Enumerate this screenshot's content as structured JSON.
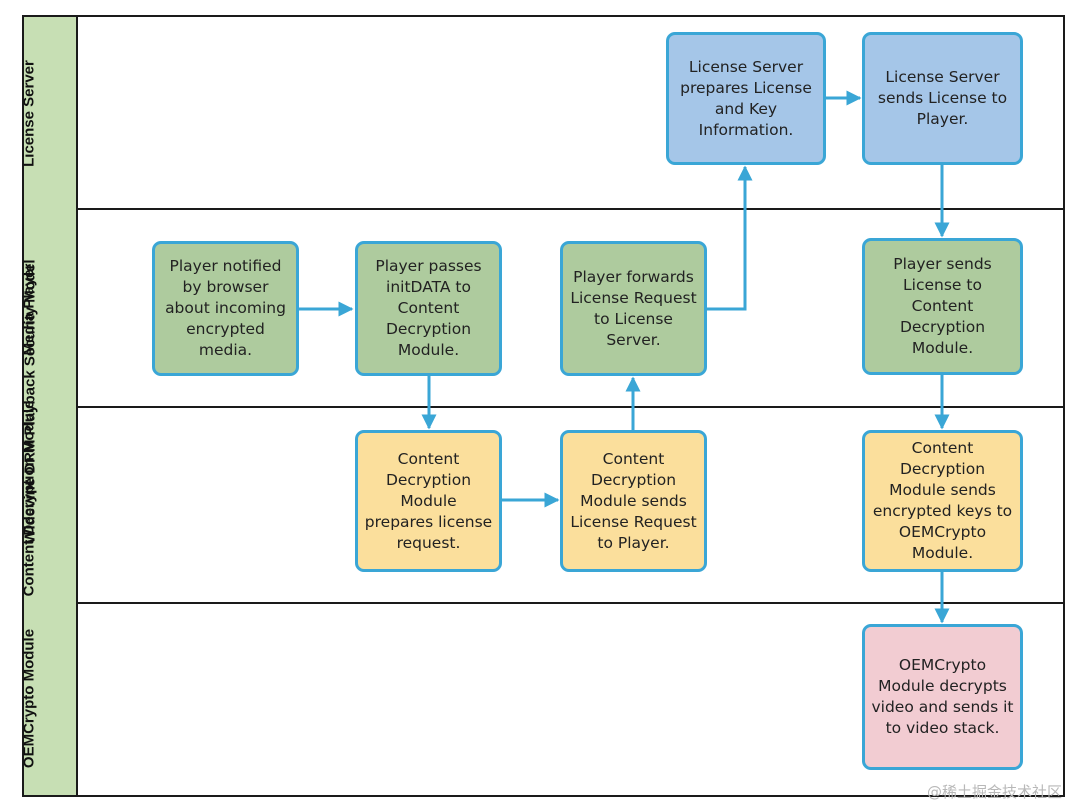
{
  "diagram": {
    "title": "Widevine DRM Playback Security Model",
    "lanes": {
      "license_server": "License Server",
      "media_player": "Media Player",
      "cdm": "Content Decryption Module",
      "oemcrypto": "OEMCrypto Module"
    },
    "boxes": {
      "ls_prepares": "License Server prepares License and Key Information.",
      "ls_sends": "License Server sends License to Player.",
      "mp_notified": "Player notified by browser about incoming encrypted media.",
      "mp_passes": "Player passes initDATA to Content Decryption Module.",
      "mp_forwards": "Player forwards License Request to License Server.",
      "mp_sends": "Player sends License to Content Decryption Module.",
      "cdm_prepares": "Content Decryption Module prepares license request.",
      "cdm_sends_request": "Content Decryption Module sends License Request to Player.",
      "cdm_sends_keys": "Content Decryption Module sends encrypted keys to OEMCrypto Module.",
      "oem_decrypts": "OEMCrypto Module decrypts video and sends it to video stack."
    },
    "colors": {
      "media_player": "#aecb9e",
      "license_server": "#a5c6e8",
      "cdm": "#fbdf9c",
      "oemcrypto": "#f2ccd2",
      "border": "#3aa6d6",
      "title_band": "#c7dfb4"
    }
  },
  "watermark": "@稀土掘金技术社区"
}
